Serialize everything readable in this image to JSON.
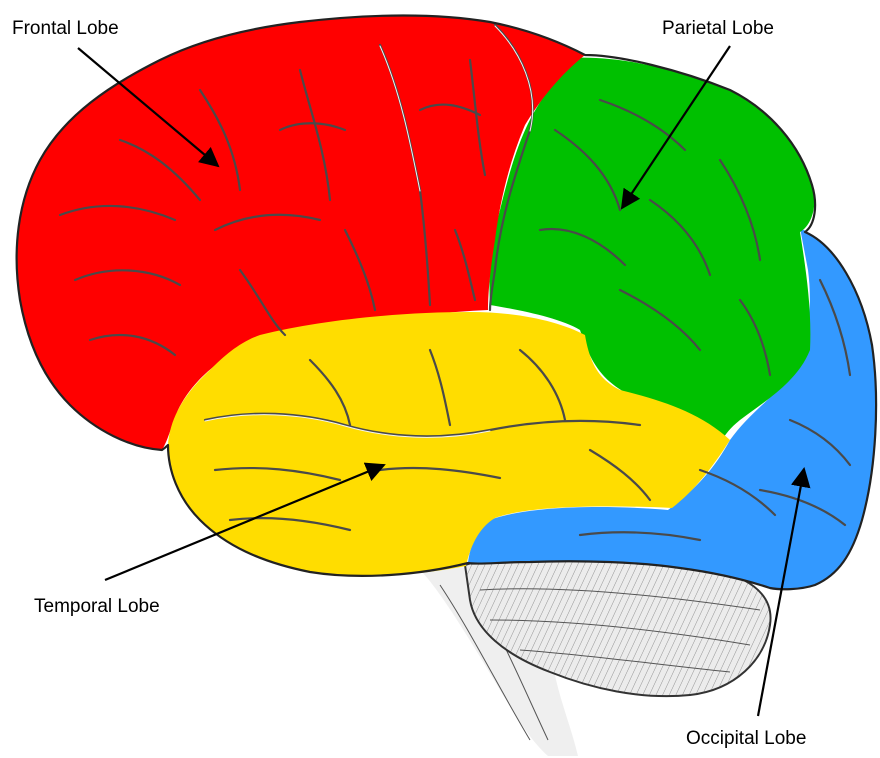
{
  "labels": {
    "frontal": "Frontal Lobe",
    "parietal": "Parietal Lobe",
    "temporal": "Temporal Lobe",
    "occipital": "Occipital Lobe"
  },
  "colors": {
    "frontal": "#ff0000",
    "parietal": "#00c000",
    "temporal": "#ffdd00",
    "occipital": "#3399ff",
    "cerebellum": "#e6e6e6",
    "brainstem": "#efefef"
  }
}
